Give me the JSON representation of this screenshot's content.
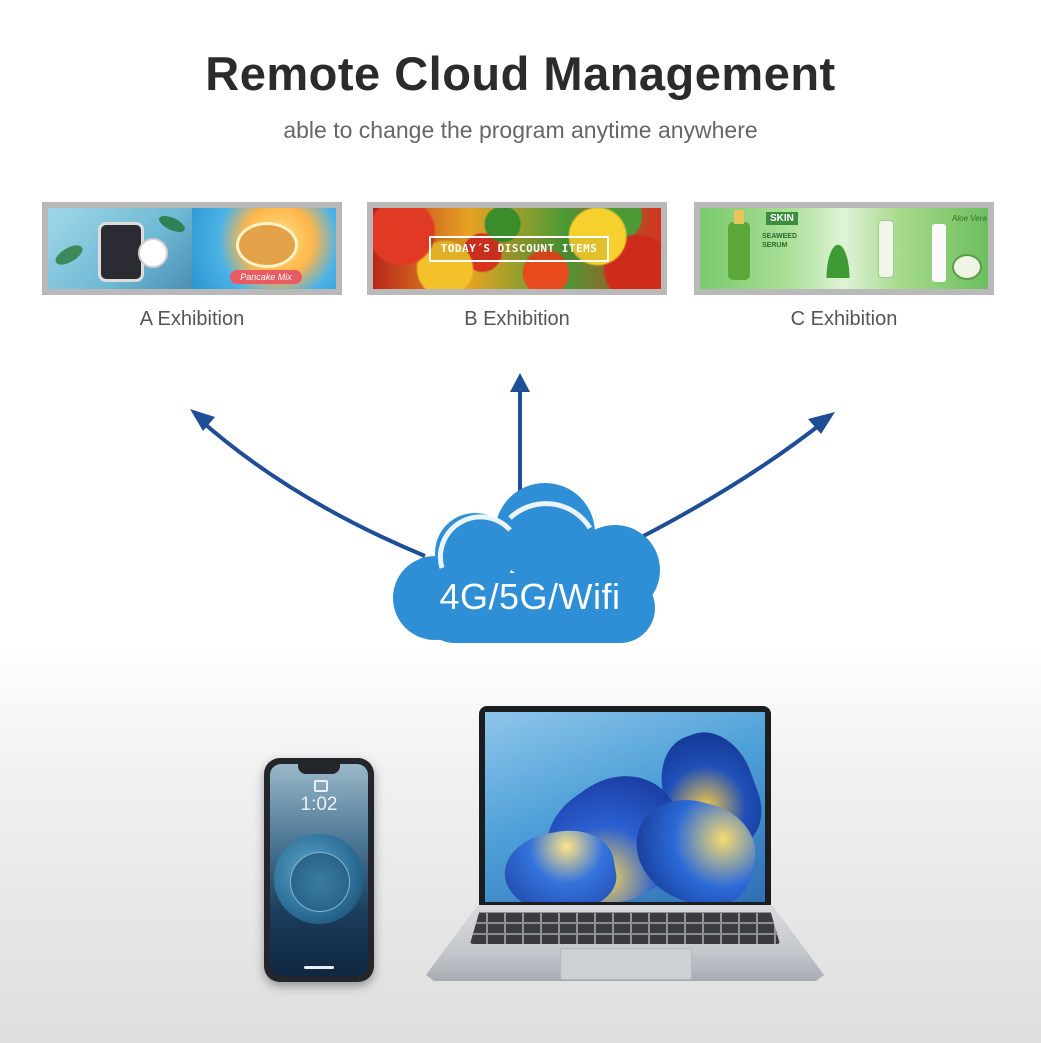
{
  "header": {
    "title": "Remote Cloud Management",
    "subtitle": "able to change the program anytime anywhere"
  },
  "exhibitions": [
    {
      "caption": "A Exhibition",
      "screen_label": "Pancake Mix"
    },
    {
      "caption": "B Exhibition",
      "screen_label": "TODAY´S DISCOUNT ITEMS"
    },
    {
      "caption": "C Exhibition",
      "screen_label": "SKIN",
      "screen_sub": "SEAWEED SERUM",
      "screen_script": "Aloe Vera"
    }
  ],
  "cloud": {
    "label": "4G/5G/Wifi",
    "icon": "cloud-icon"
  },
  "devices": {
    "phone": {
      "time": "1:02"
    },
    "laptop": {}
  },
  "colors": {
    "arrow": "#1f4e96",
    "cloud": "#2e8fd6",
    "title": "#2b2b2b"
  }
}
